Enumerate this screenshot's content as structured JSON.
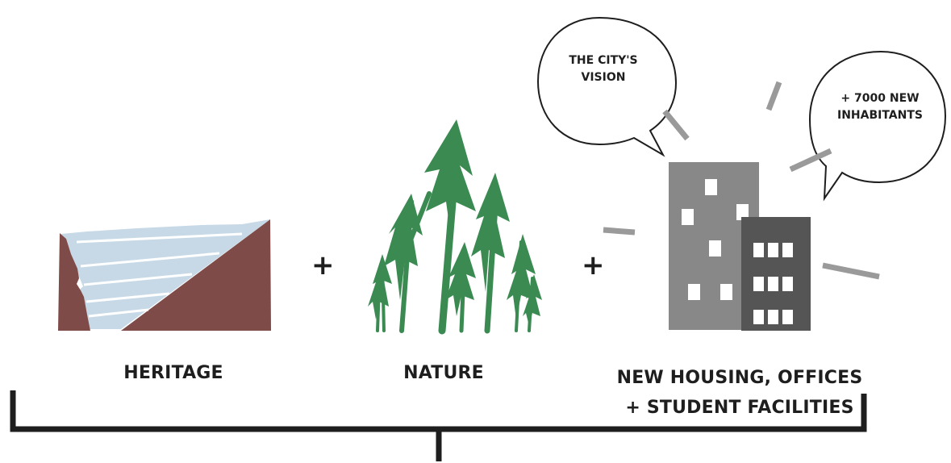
{
  "bubbles": {
    "city_vision_line1": "THE CITY'S",
    "city_vision_line2": "VISION",
    "inhabitants_line1": "+ 7000 NEW",
    "inhabitants_line2": "INHABITANTS"
  },
  "operators": {
    "plus_1": "+",
    "plus_2": "+"
  },
  "labels": {
    "heritage": "HERITAGE",
    "nature": "NATURE",
    "housing_line1": "NEW HOUSING, OFFICES",
    "housing_line2": "+ STUDENT FACILITIES"
  },
  "colors": {
    "heritage_brown": "#7f4b48",
    "heritage_water": "#c7d9e6",
    "nature_green": "#3a8a52",
    "building_light": "#888888",
    "building_dark": "#555555",
    "rays": "#9a9a9a",
    "text": "#1e1e1e"
  }
}
